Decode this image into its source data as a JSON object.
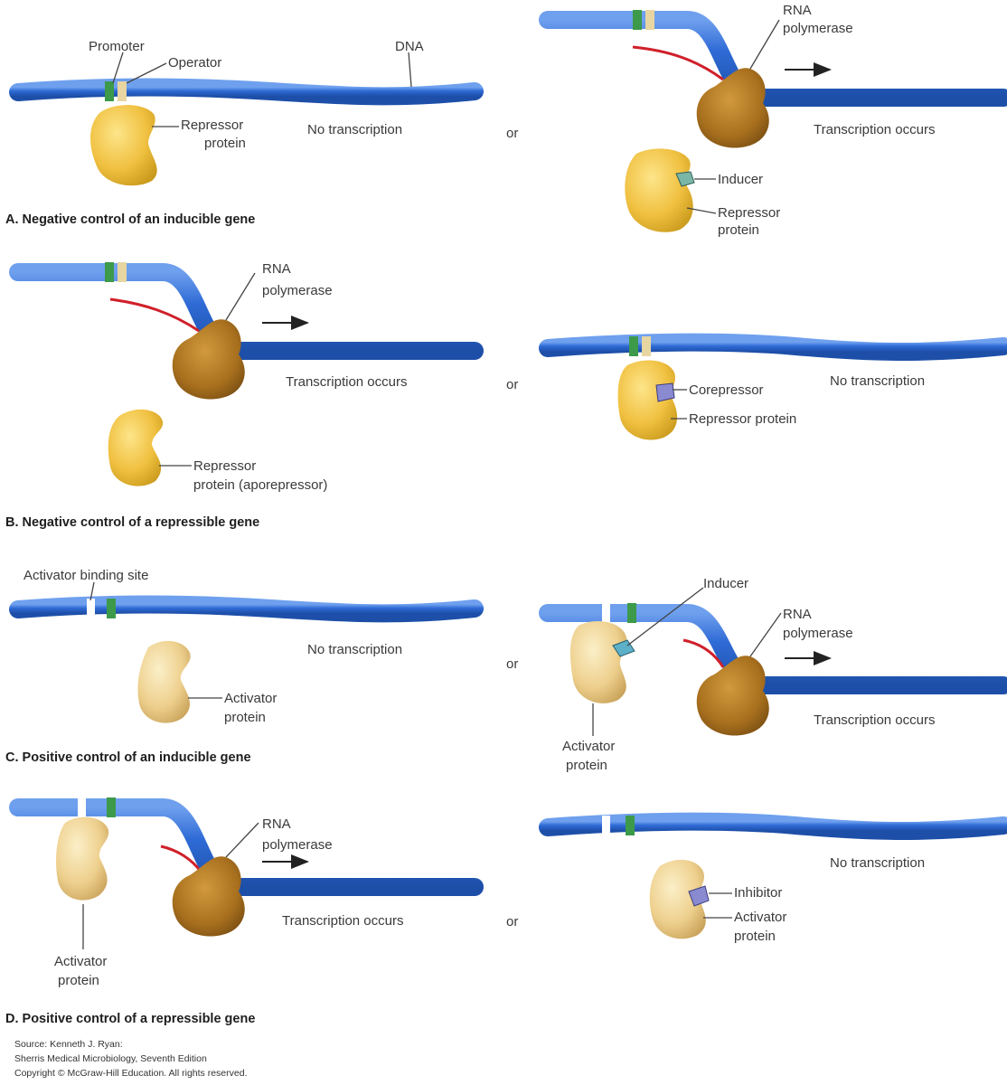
{
  "labels": {
    "promoter": "Promoter",
    "operator": "Operator",
    "dna": "DNA",
    "rna": "RNA",
    "polymerase": "polymerase",
    "repressor": "Repressor",
    "protein": "protein",
    "protein_aporepressor": "protein (aporepressor)",
    "repressor_protein": "Repressor protein",
    "corepressor": "Corepressor",
    "inducer": "Inducer",
    "inhibitor": "Inhibitor",
    "activator": "Activator",
    "activator_binding_site": "Activator binding site",
    "no_transcription": "No transcription",
    "transcription_occurs": "Transcription occurs",
    "or": "or"
  },
  "captions": {
    "a": "A. Negative control of an inducible gene",
    "b": "B. Negative control of a repressible gene",
    "c": "C. Positive control of an inducible gene",
    "d": "D. Positive control of a repressible gene"
  },
  "source": {
    "line1": "Source: Kenneth J. Ryan:",
    "line2": "Sherris Medical Microbiology, Seventh Edition",
    "line3": "Copyright © McGraw-Hill Education. All rights reserved."
  },
  "colors": {
    "dna": "#2f6bd6",
    "dna_dark": "#1d4fa8",
    "dna_light": "#6fa0ee",
    "promoter": "#3c9a4a",
    "operator": "#e7d6a1",
    "repressor": "#f0c040",
    "activator": "#eed08e",
    "polymerase": "#a8701e",
    "mrna": "#d0202a"
  }
}
